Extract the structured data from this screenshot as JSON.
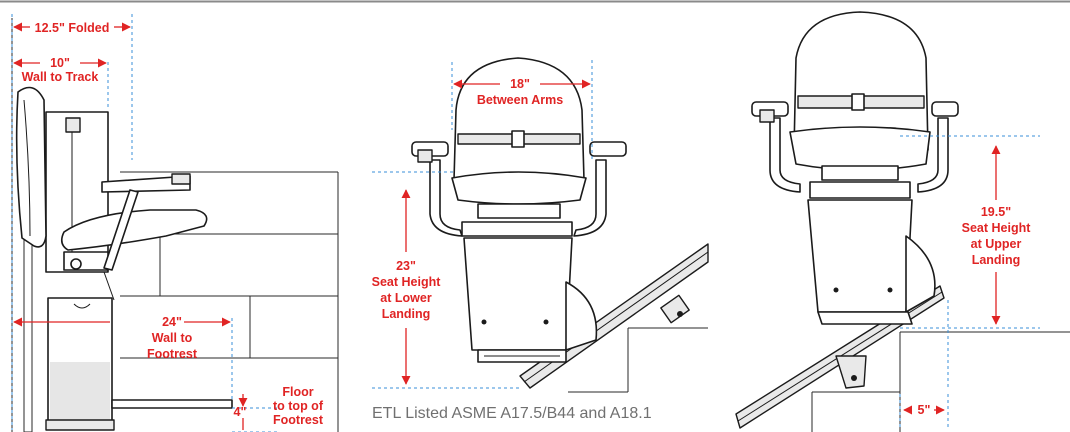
{
  "side_view": {
    "folded": "12.5\" Folded",
    "wall_to_track": [
      "10\"",
      "Wall to Track"
    ],
    "wall_to_footrest": [
      "24\"",
      "Wall to",
      "Footrest"
    ],
    "floor_to_footrest_label": [
      "Floor",
      "to top of",
      "Footrest"
    ],
    "floor_to_footrest_value": "4\""
  },
  "front_lower_view": {
    "between_arms": [
      "18\"",
      "Between Arms"
    ],
    "seat_height_lower": [
      "23\"",
      "Seat Height",
      "at Lower",
      "Landing"
    ]
  },
  "front_upper_view": {
    "seat_height_upper": [
      "19.5\"",
      "Seat Height",
      "at Upper",
      "Landing"
    ],
    "step_offset": "5\""
  },
  "footer": {
    "certification": "ETL Listed ASME A17.5/B44 and A18.1"
  },
  "colors": {
    "dimension_red": "#e02424",
    "guide_blue": "#3a8fd8",
    "line_art": "#1b1b1b",
    "caption_gray": "#707070"
  }
}
